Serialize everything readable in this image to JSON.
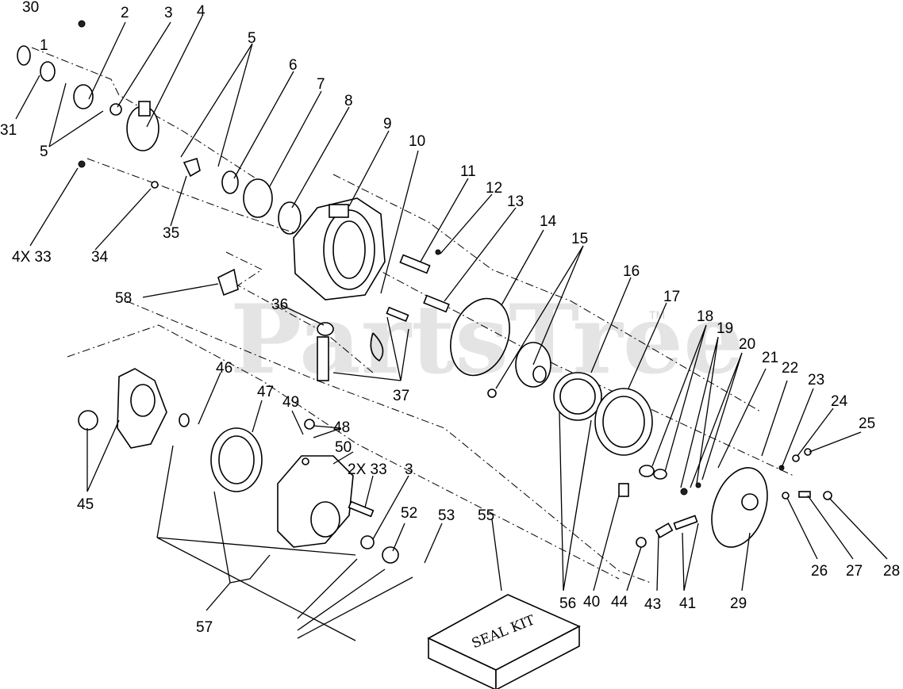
{
  "watermark": "PartsTree",
  "watermark_tm": "TM",
  "seal_kit_label": "SEAL KIT",
  "callouts": [
    "30",
    "1",
    "2",
    "3",
    "4",
    "5",
    "6",
    "7",
    "8",
    "9",
    "10",
    "11",
    "12",
    "13",
    "14",
    "15",
    "16",
    "17",
    "18",
    "19",
    "20",
    "21",
    "22",
    "23",
    "24",
    "25",
    "31",
    "5",
    "4X 33",
    "34",
    "35",
    "58",
    "36",
    "37",
    "46",
    "47",
    "49",
    "48",
    "50",
    "2X 33",
    "3",
    "52",
    "53",
    "55",
    "45",
    "57",
    "56",
    "40",
    "44",
    "43",
    "41",
    "29",
    "26",
    "27",
    "28"
  ]
}
